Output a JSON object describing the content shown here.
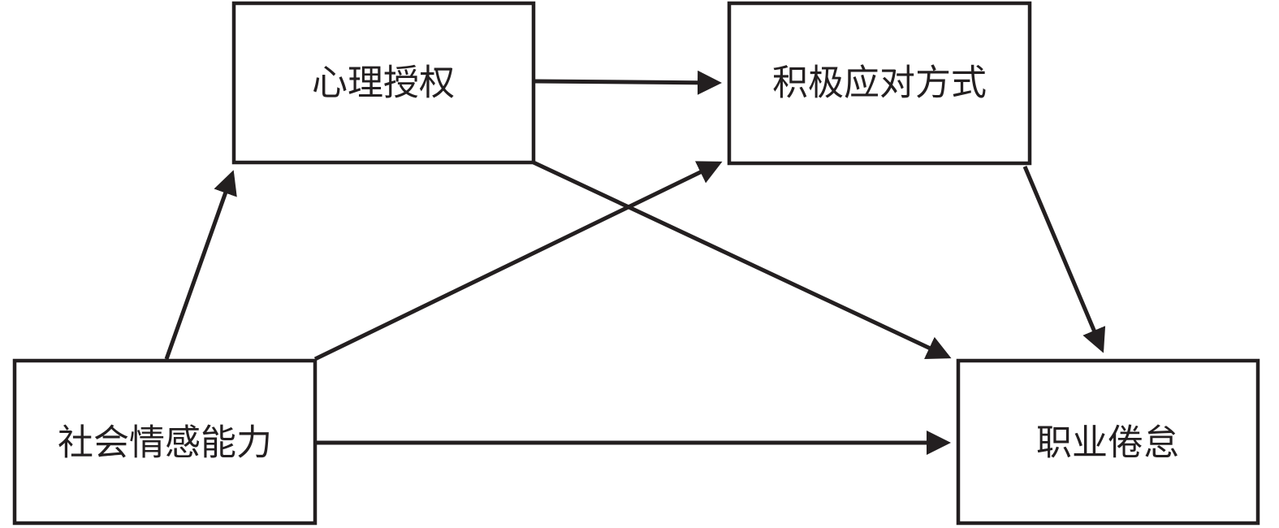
{
  "nodes": {
    "empowerment": "心理授权",
    "coping": "积极应对方式",
    "sel": "社会情感能力",
    "burnout": "职业倦怠"
  },
  "edges": [
    {
      "from": "sel",
      "to": "empowerment"
    },
    {
      "from": "sel",
      "to": "coping"
    },
    {
      "from": "sel",
      "to": "burnout"
    },
    {
      "from": "empowerment",
      "to": "coping"
    },
    {
      "from": "empowerment",
      "to": "burnout"
    },
    {
      "from": "coping",
      "to": "burnout"
    }
  ],
  "colors": {
    "stroke": "#231f20"
  }
}
